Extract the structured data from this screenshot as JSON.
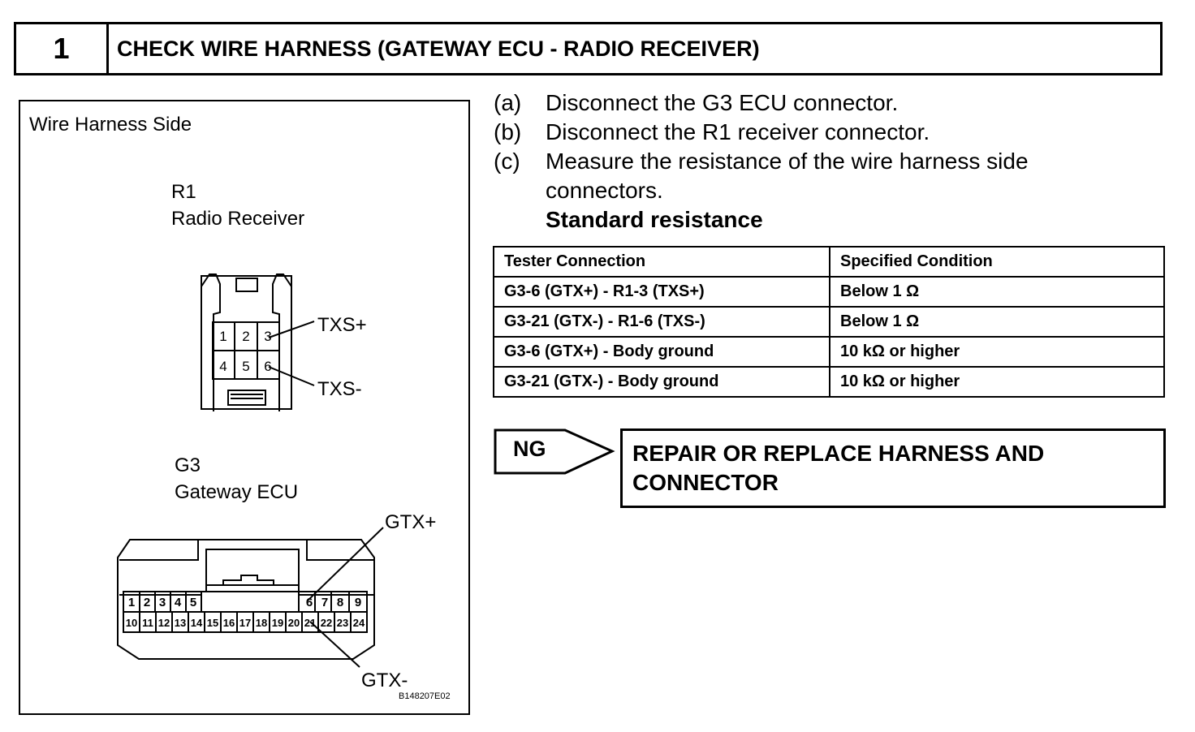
{
  "header": {
    "step_number": "1",
    "title": "CHECK WIRE HARNESS (GATEWAY ECU - RADIO RECEIVER)"
  },
  "figure": {
    "side_label": "Wire Harness Side",
    "r1": {
      "id": "R1",
      "name": "Radio Receiver",
      "pins": [
        "1",
        "2",
        "3",
        "4",
        "5",
        "6"
      ],
      "callouts": [
        "TXS+",
        "TXS-"
      ]
    },
    "g3": {
      "id": "G3",
      "name": "Gateway ECU",
      "pins_top": [
        "1",
        "2",
        "3",
        "4",
        "5",
        "6",
        "7",
        "8",
        "9"
      ],
      "pins_bottom": [
        "10",
        "11",
        "12",
        "13",
        "14",
        "15",
        "16",
        "17",
        "18",
        "19",
        "20",
        "21",
        "22",
        "23",
        "24"
      ],
      "callouts": [
        "GTX+",
        "GTX-"
      ]
    },
    "code": "B148207E02"
  },
  "steps": [
    {
      "label": "(a)",
      "text": "Disconnect the G3 ECU connector."
    },
    {
      "label": "(b)",
      "text": "Disconnect the R1 receiver connector."
    },
    {
      "label": "(c)",
      "text": "Measure the resistance of the wire harness side connectors."
    }
  ],
  "standard_label": "Standard resistance",
  "table": {
    "headers": [
      "Tester Connection",
      "Specified Condition"
    ],
    "rows": [
      [
        "G3-6 (GTX+) - R1-3 (TXS+)",
        "Below 1 Ω"
      ],
      [
        "G3-21 (GTX-) - R1-6 (TXS-)",
        "Below 1 Ω"
      ],
      [
        "G3-6 (GTX+) - Body ground",
        "10 kΩ or higher"
      ],
      [
        "G3-21 (GTX-) - Body ground",
        "10 kΩ or higher"
      ]
    ]
  },
  "ng": {
    "label": "NG",
    "action": "REPAIR OR REPLACE HARNESS AND CONNECTOR"
  }
}
